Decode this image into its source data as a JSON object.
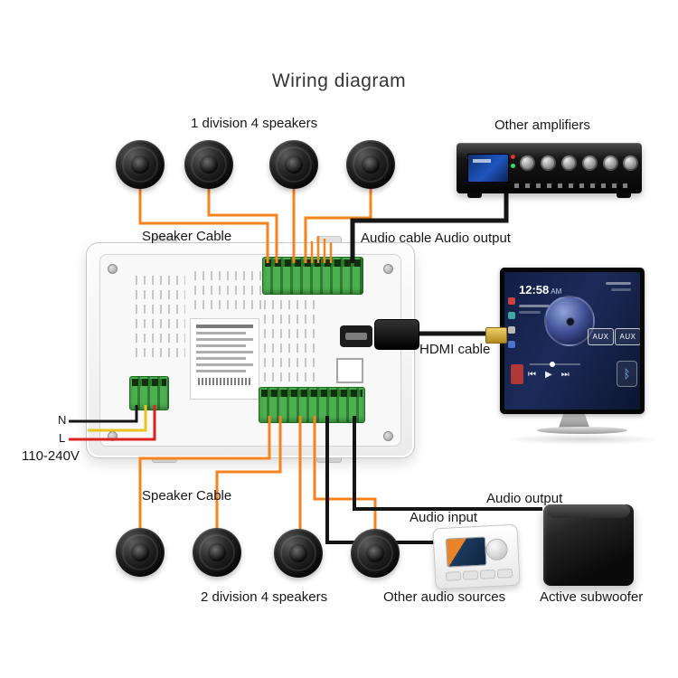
{
  "title": "Wiring diagram",
  "labels": {
    "top_speaker_group": "1 division 4 speakers",
    "other_amplifiers": "Other amplifiers",
    "speaker_cable_top": "Speaker Cable",
    "audio_cable_output": "Audio cable Audio output",
    "hdmi_cable": "HDMI cable",
    "neutral": "N",
    "live": "L",
    "voltage": "110-240V",
    "speaker_cable_bottom": "Speaker Cable",
    "bottom_speaker_group": "2 division 4 speakers",
    "audio_input": "Audio input",
    "other_audio_sources": "Other audio sources",
    "audio_output": "Audio output",
    "active_subwoofer": "Active subwoofer"
  },
  "tv": {
    "time": "12:58",
    "meridiem": "AM",
    "aux": [
      "AUX",
      "AUX"
    ],
    "controls": [
      "⏮",
      "▶",
      "⏭"
    ],
    "bluetooth_icon": "ᛒ"
  },
  "colors": {
    "wire_orange": "#f5831f",
    "wire_black": "#151515",
    "wire_red": "#dd2222",
    "wire_yellow": "#e9c31f",
    "terminal_green": "#3a9a3a"
  }
}
